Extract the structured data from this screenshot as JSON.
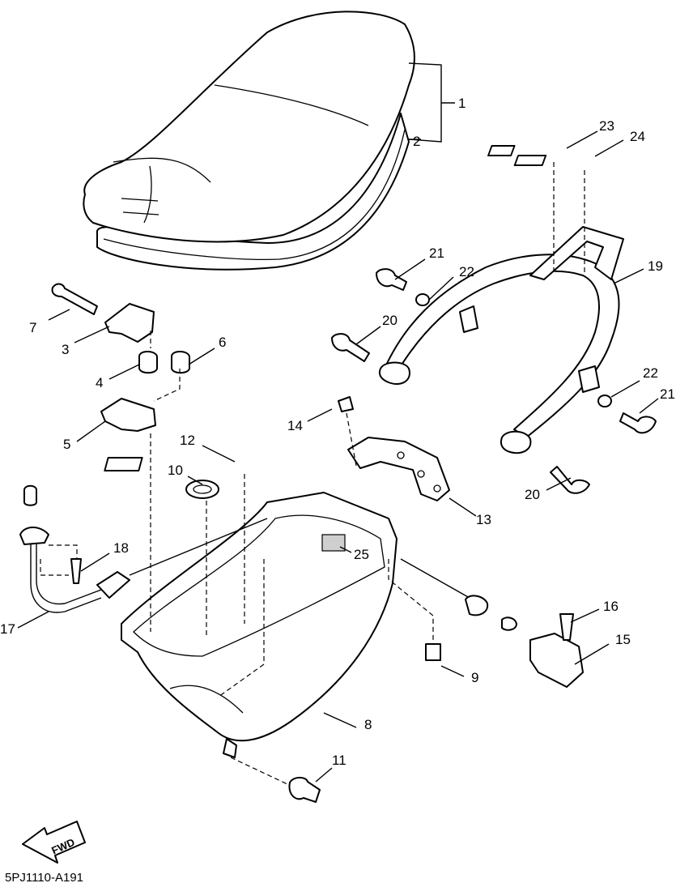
{
  "drawing_code": "5PJ1110-A191",
  "direction_label": "FWD",
  "callouts": {
    "c1": "1",
    "c2": "2",
    "c3": "3",
    "c4": "4",
    "c5": "5",
    "c6": "6",
    "c7": "7",
    "c8": "8",
    "c9": "9",
    "c10": "10",
    "c11": "11",
    "c12": "12",
    "c13": "13",
    "c14": "14",
    "c15": "15",
    "c16": "16",
    "c17": "17",
    "c18": "18",
    "c19": "19",
    "c20a": "20",
    "c20b": "20",
    "c21a": "21",
    "c21b": "21",
    "c22a": "22",
    "c22b": "22",
    "c23": "23",
    "c24": "24",
    "c25": "25"
  }
}
